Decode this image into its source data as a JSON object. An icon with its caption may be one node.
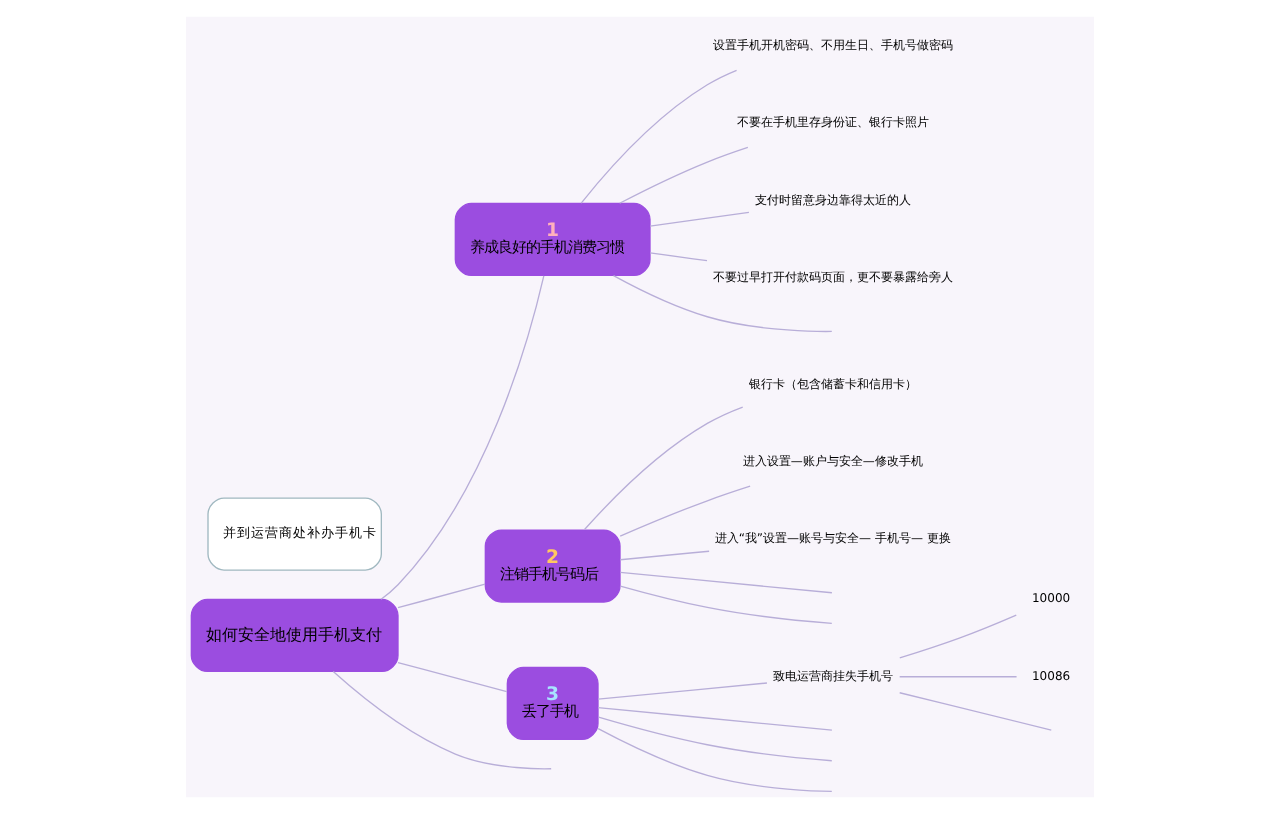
{
  "diagram": {
    "nodes": [
      {
        "text": [
          "如何安全地使用手机支付"
        ]
      },
      {
        "text": [
          "1",
          "养成良好的手机消费习惯"
        ]
      },
      {
        "text": [
          "2",
          "注销手机号码后"
        ]
      },
      {
        "text": [
          "3",
          "丢了手机"
        ]
      },
      {
        "text": [
          "设置手机开机密码、不用生日、手机号做密码"
        ]
      },
      {
        "text": [
          "不要在手机里存身份证、银行卡照片"
        ]
      },
      {
        "text": [
          "支付时留意身边靠得太近的人"
        ]
      },
      {
        "text": [
          "不要过早打开付款码页面，更不要暴露给旁人"
        ]
      },
      {
        "text": [
          "银行卡（包含储蓄卡和信用卡）"
        ]
      },
      {
        "text": [
          "进入设置—账户与安全—修改手机"
        ]
      },
      {
        "text": [
          "进入“我”设置—账号与安全— 手机号— 更换"
        ]
      },
      {
        "text": [
          "致电运营商挂失手机号"
        ]
      },
      {
        "text": [
          "10000"
        ]
      },
      {
        "text": [
          "10086"
        ]
      },
      {
        "text": [
          "并到运营商处补办手机卡"
        ]
      }
    ],
    "edges": [
      {
        "from": 0,
        "to": 1,
        "arrow": "none"
      },
      {
        "from": 0,
        "to": 2,
        "arrow": "none"
      },
      {
        "from": 0,
        "to": 3,
        "arrow": "none"
      },
      {
        "from": 0,
        "to": null,
        "arrow": "none"
      },
      {
        "from": 1,
        "to": 4,
        "arrow": "none"
      },
      {
        "from": 1,
        "to": 5,
        "arrow": "none"
      },
      {
        "from": 1,
        "to": 6,
        "arrow": "none"
      },
      {
        "from": 1,
        "to": 7,
        "arrow": "none"
      },
      {
        "from": 1,
        "to": null,
        "arrow": "none"
      },
      {
        "from": 2,
        "to": 8,
        "arrow": "none"
      },
      {
        "from": 2,
        "to": 9,
        "arrow": "none"
      },
      {
        "from": 2,
        "to": 10,
        "arrow": "none"
      },
      {
        "from": 2,
        "to": null,
        "arrow": "none"
      },
      {
        "from": 2,
        "to": null,
        "arrow": "none"
      },
      {
        "from": 3,
        "to": 11,
        "arrow": "none"
      },
      {
        "from": 3,
        "to": null,
        "arrow": "none"
      },
      {
        "from": 3,
        "to": null,
        "arrow": "none"
      },
      {
        "from": 3,
        "to": null,
        "arrow": "none"
      },
      {
        "from": 11,
        "to": 12,
        "arrow": "none"
      },
      {
        "from": 11,
        "to": 13,
        "arrow": "none"
      },
      {
        "from": 11,
        "to": null,
        "arrow": "none"
      }
    ]
  }
}
